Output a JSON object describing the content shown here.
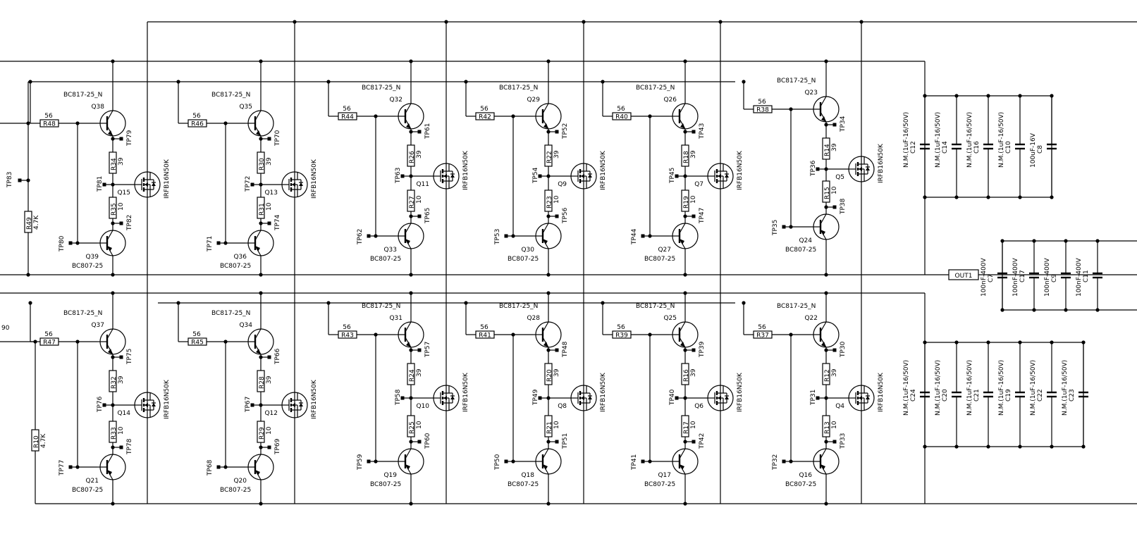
{
  "stages": [
    {
      "col": 0,
      "row": "top",
      "npn": "Q38",
      "pnp": "Q39",
      "fet": "Q15",
      "rb": "R48",
      "rb_val": "56",
      "re1": "R34",
      "re1_val": "39",
      "re2": "R35",
      "re2_val": "10",
      "tp_top": "TP79",
      "tp_mid": "TP81",
      "tp_bot": "TP82",
      "tp_base": "TP80",
      "npn_type": "BC817-25_N",
      "pnp_type": "BC807-25",
      "fet_type": "IRFB16N50K"
    },
    {
      "col": 1,
      "row": "top",
      "npn": "Q35",
      "pnp": "Q36",
      "fet": "Q13",
      "rb": "R46",
      "rb_val": "56",
      "re1": "R30",
      "re1_val": "39",
      "re2": "R31",
      "re2_val": "10",
      "tp_top": "TP70",
      "tp_mid": "TP72",
      "tp_bot": "TP74",
      "tp_base": "TP71",
      "npn_type": "BC817-25_N",
      "pnp_type": "BC807-25",
      "fet_type": "IRFB16N50K"
    },
    {
      "col": 2,
      "row": "top",
      "npn": "Q32",
      "pnp": "Q33",
      "fet": "Q11",
      "rb": "R44",
      "rb_val": "56",
      "re1": "R26",
      "re1_val": "39",
      "re2": "R27",
      "re2_val": "10",
      "tp_top": "TP61",
      "tp_mid": "TP63",
      "tp_bot": "TP65",
      "tp_base": "TP62",
      "npn_type": "BC817-25_N",
      "pnp_type": "BC807-25",
      "fet_type": "IRFB16N50K"
    },
    {
      "col": 3,
      "row": "top",
      "npn": "Q29",
      "pnp": "Q30",
      "fet": "Q9",
      "rb": "R42",
      "rb_val": "56",
      "re1": "R22",
      "re1_val": "39",
      "re2": "R23",
      "re2_val": "10",
      "tp_top": "TP52",
      "tp_mid": "TP54",
      "tp_bot": "TP56",
      "tp_base": "TP53",
      "npn_type": "BC817-25_N",
      "pnp_type": "BC807-25",
      "fet_type": "IRFB16N50K"
    },
    {
      "col": 4,
      "row": "top",
      "npn": "Q26",
      "pnp": "Q27",
      "fet": "Q7",
      "rb": "R40",
      "rb_val": "56",
      "re1": "R18",
      "re1_val": "39",
      "re2": "R19",
      "re2_val": "10",
      "tp_top": "TP43",
      "tp_mid": "TP45",
      "tp_bot": "TP47",
      "tp_base": "TP44",
      "npn_type": "BC817-25_N",
      "pnp_type": "BC807-25",
      "fet_type": "IRFB16N50K"
    },
    {
      "col": 5,
      "row": "top",
      "npn": "Q23",
      "pnp": "Q24",
      "fet": "Q5",
      "rb": "R38",
      "rb_val": "56",
      "re1": "R14",
      "re1_val": "39",
      "re2": "R15",
      "re2_val": "10",
      "tp_top": "TP34",
      "tp_mid": "TP36",
      "tp_bot": "TP38",
      "tp_base": "TP35",
      "npn_type": "BC817-25_N",
      "pnp_type": "BC807-25",
      "fet_type": "IRFB16N50K"
    },
    {
      "col": 0,
      "row": "bot",
      "npn": "Q37",
      "pnp": "Q21",
      "fet": "Q14",
      "rb": "R47",
      "rb_val": "56",
      "re1": "R32",
      "re1_val": "39",
      "re2": "R33",
      "re2_val": "10",
      "tp_top": "TP75",
      "tp_mid": "TP76",
      "tp_bot": "TP78",
      "tp_base": "TP77",
      "npn_type": "BC817-25_N",
      "pnp_type": "BC807-25",
      "fet_type": "IRFB16N50K"
    },
    {
      "col": 1,
      "row": "bot",
      "npn": "Q34",
      "pnp": "Q20",
      "fet": "Q12",
      "rb": "R45",
      "rb_val": "56",
      "re1": "R28",
      "re1_val": "39",
      "re2": "R29",
      "re2_val": "10",
      "tp_top": "TP66",
      "tp_mid": "TP67",
      "tp_bot": "TP69",
      "tp_base": "TP68",
      "npn_type": "BC817-25_N",
      "pnp_type": "BC807-25",
      "fet_type": "IRFB16N50K"
    },
    {
      "col": 2,
      "row": "bot",
      "npn": "Q31",
      "pnp": "Q19",
      "fet": "Q10",
      "rb": "R43",
      "rb_val": "56",
      "re1": "R24",
      "re1_val": "39",
      "re2": "R25",
      "re2_val": "10",
      "tp_top": "TP57",
      "tp_mid": "TP58",
      "tp_bot": "TP60",
      "tp_base": "TP59",
      "npn_type": "BC817-25_N",
      "pnp_type": "BC807-25",
      "fet_type": "IRFB16N50K"
    },
    {
      "col": 3,
      "row": "bot",
      "npn": "Q28",
      "pnp": "Q18",
      "fet": "Q8",
      "rb": "R41",
      "rb_val": "56",
      "re1": "R20",
      "re1_val": "39",
      "re2": "R21",
      "re2_val": "10",
      "tp_top": "TP48",
      "tp_mid": "TP49",
      "tp_bot": "TP51",
      "tp_base": "TP50",
      "npn_type": "BC817-25_N",
      "pnp_type": "BC807-25",
      "fet_type": "IRFB16N50K"
    },
    {
      "col": 4,
      "row": "bot",
      "npn": "Q25",
      "pnp": "Q17",
      "fet": "Q6",
      "rb": "R39",
      "rb_val": "56",
      "re1": "R16",
      "re1_val": "39",
      "re2": "R17",
      "re2_val": "10",
      "tp_top": "TP39",
      "tp_mid": "TP40",
      "tp_bot": "TP42",
      "tp_base": "TP41",
      "npn_type": "BC817-25_N",
      "pnp_type": "BC807-25",
      "fet_type": "IRFB16N50K"
    },
    {
      "col": 5,
      "row": "bot",
      "npn": "Q22",
      "pnp": "Q16",
      "fet": "Q4",
      "rb": "R37",
      "rb_val": "56",
      "re1": "R12",
      "re1_val": "39",
      "re2": "R13",
      "re2_val": "10",
      "tp_top": "TP30",
      "tp_mid": "TP31",
      "tp_bot": "TP33",
      "tp_base": "TP32",
      "npn_type": "BC817-25_N",
      "pnp_type": "BC807-25",
      "fet_type": "IRFB16N50K"
    }
  ],
  "resistors_misc": [
    {
      "ref": "R49",
      "val": "4.7K",
      "row": "top"
    },
    {
      "ref": "R10",
      "val": "4.7K",
      "row": "bot"
    }
  ],
  "testpoints_misc": [
    {
      "ref": "TP83",
      "row": "top"
    },
    {
      "ref": "90",
      "row": "bot"
    }
  ],
  "cap_banks": [
    {
      "row": "top",
      "caps": [
        {
          "ref": "C12",
          "val": "N.M.(1uF-16/50V)"
        },
        {
          "ref": "C14",
          "val": "N.M.(1uF-16/50V)"
        },
        {
          "ref": "C16",
          "val": "N.M.(1uF-16/50V)"
        },
        {
          "ref": "C10",
          "val": "N.M.(1uF-16/50V)"
        },
        {
          "ref": "C8",
          "val": "100uF-16V"
        }
      ]
    },
    {
      "row": "mid",
      "caps": [
        {
          "ref": "C7",
          "val": "100nF-400V"
        },
        {
          "ref": "C17",
          "val": "100nF-400V"
        },
        {
          "ref": "C9",
          "val": "100nF-400V"
        },
        {
          "ref": "C11",
          "val": "100nF-400V"
        }
      ]
    },
    {
      "row": "bot",
      "caps": [
        {
          "ref": "C24",
          "val": "N.M.(1uF-16/50V)"
        },
        {
          "ref": "C20",
          "val": "N.M.(1uF-16/50V)"
        },
        {
          "ref": "C21",
          "val": "N.M.(1uF-16/50V)"
        },
        {
          "ref": "C19",
          "val": "N.M.(1uF-16/50V)"
        },
        {
          "ref": "C22",
          "val": "N.M.(1uF-16/50V)"
        },
        {
          "ref": "C23",
          "val": "N.M.(1uF-16/50V)"
        }
      ]
    }
  ],
  "output_port": "OUT1"
}
